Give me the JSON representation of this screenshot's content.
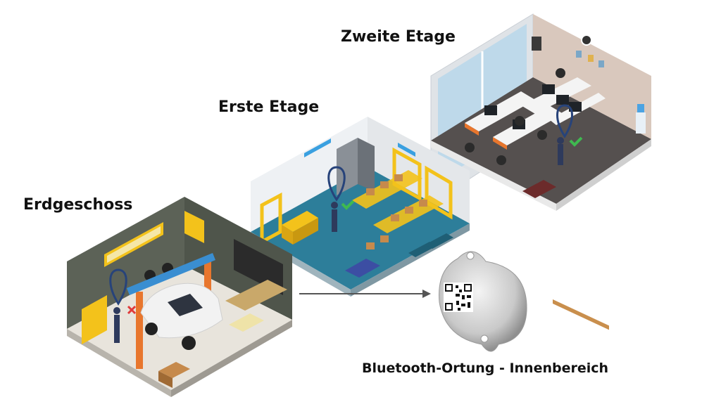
{
  "floors": {
    "second": "Zweite Etage",
    "first": "Erste Etage",
    "ground": "Erdgeschoss"
  },
  "device": {
    "caption": "Bluetooth-Ortung - Innenbereich"
  },
  "colors": {
    "office_floor": "#55504f",
    "office_wall": "#d9c8bd",
    "warehouse_floor": "#2d7e9a",
    "warehouse_wall": "#eef1f4",
    "garage_floor": "#e8e4dc",
    "garage_wall": "#5c6257",
    "accent_orange": "#e8762d",
    "accent_yellow": "#f3c21b",
    "pin": "#27437a",
    "arrow": "#555555"
  }
}
